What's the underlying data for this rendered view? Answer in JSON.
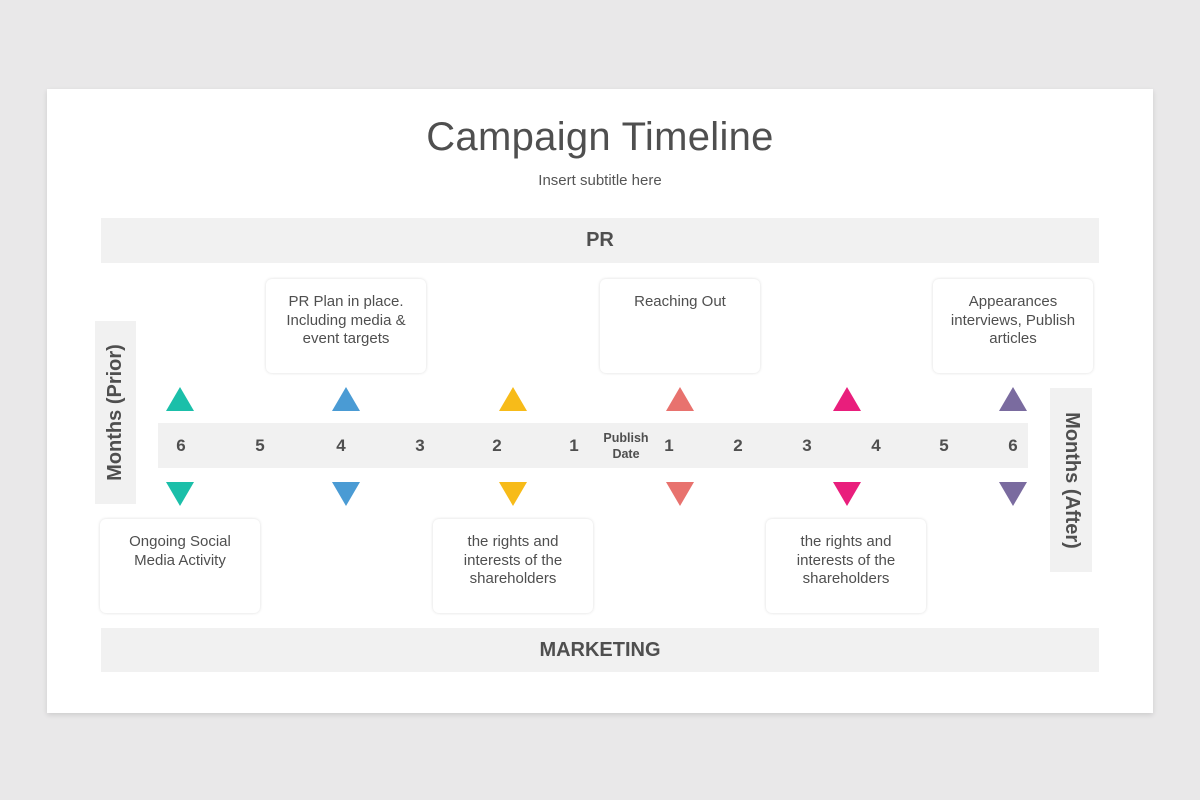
{
  "header": {
    "title": "Campaign Timeline",
    "subtitle": "Insert subtitle here"
  },
  "bands": {
    "top": "PR",
    "bottom": "MARKETING"
  },
  "axis_labels": {
    "left": "Months (Prior)",
    "right": "Months (After)"
  },
  "timeline": {
    "ticks": [
      "6",
      "5",
      "4",
      "3",
      "2",
      "1",
      "Publish Date",
      "1",
      "2",
      "3",
      "4",
      "5",
      "6"
    ]
  },
  "colors": {
    "teal": "#1bbfa9",
    "blue": "#4a9bd4",
    "yellow": "#f7bb19",
    "salmon": "#e8726e",
    "pink": "#e91e7c",
    "purple": "#7a6b9f",
    "band_bg": "#f1f1f1"
  },
  "markers": [
    {
      "position": "6 months prior",
      "color": "teal"
    },
    {
      "position": "4 months prior",
      "color": "blue"
    },
    {
      "position": "2 months prior",
      "color": "yellow"
    },
    {
      "position": "1 month after",
      "color": "salmon"
    },
    {
      "position": "between 3 and 4 months after",
      "color": "pink"
    },
    {
      "position": "6 months after",
      "color": "purple"
    }
  ],
  "pr_cards": [
    {
      "text": "PR Plan in place. Including media & event targets",
      "marker": "blue"
    },
    {
      "text": "Reaching Out",
      "marker": "salmon"
    },
    {
      "text": "Appearances interviews, Publish articles",
      "marker": "purple"
    }
  ],
  "marketing_cards": [
    {
      "text": "Ongoing Social Media Activity",
      "marker": "teal"
    },
    {
      "text": "the rights and interests of the shareholders",
      "marker": "yellow"
    },
    {
      "text": "the rights and interests of the shareholders",
      "marker": "pink"
    }
  ]
}
